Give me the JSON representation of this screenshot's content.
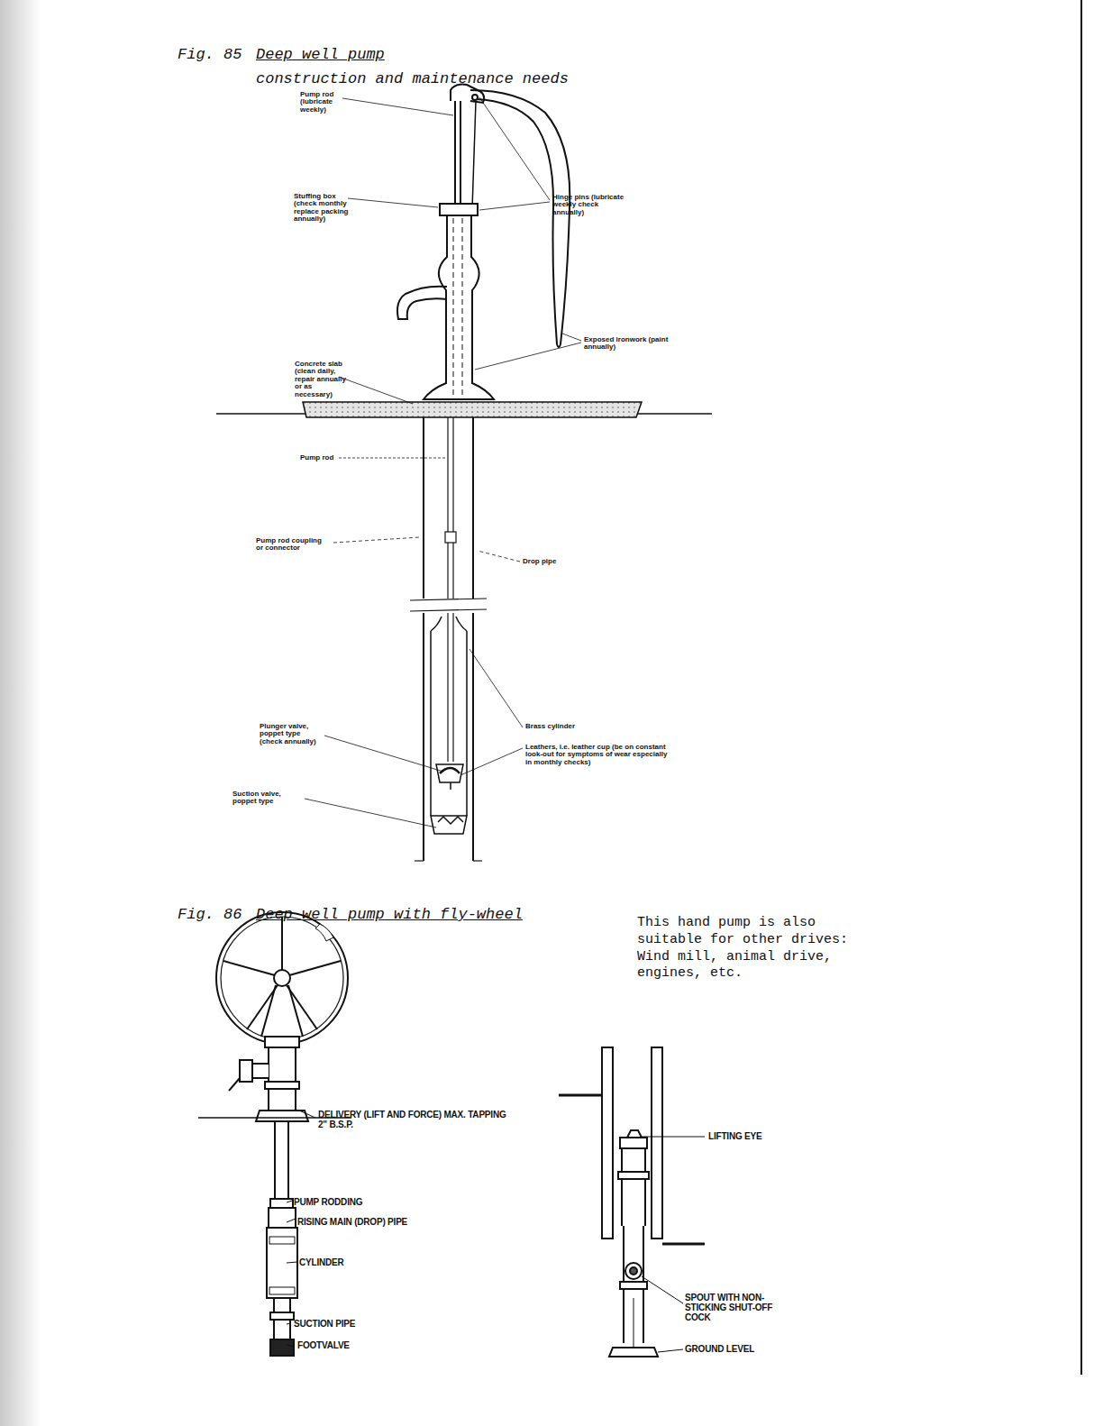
{
  "diagram": {
    "labels": [
      "Fig. 85",
      "Deep well pump",
      "construction and maintenance needs",
      "Pump rod (lubricate weekly)",
      "Stuffing box (check monthly replace packing annually)",
      "Hinge pins (lubricate weekly check annually)",
      "Exposed ironwork (paint annually)",
      "Concrete slab (clean daily, repair annually or as necessary)",
      "Pump rod",
      "Pump rod coupling or connector",
      "Drop pipe",
      "Brass cylinder",
      "Plunger valve, poppet type (check annually)",
      "Leathers, i.e. leather cup (be on constant look-out for symptoms of wear especially in monthly checks)",
      "Suction valve, poppet type",
      "Fig. 86",
      "Deep well pump with fly-wheel",
      "This hand pump is also suitable for other drives: Wind mill, animal drive, engines, etc.",
      "DELIVERY (LIFT AND FORCE) MAX. TAPPING 2\" B.S.P.",
      "PUMP RODDING",
      "RISING MAIN (DROP) PIPE",
      "CYLINDER",
      "SUCTION PIPE",
      "FOOTVALVE",
      "LIFTING EYE",
      "SPOUT WITH NON-STICKING SHUT-OFF COCK",
      "GROUND LEVEL"
    ]
  }
}
